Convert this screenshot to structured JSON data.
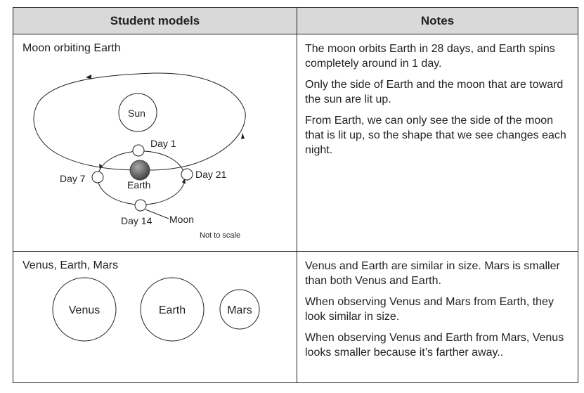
{
  "table": {
    "headers": [
      "Student models",
      "Notes"
    ],
    "rows": [
      {
        "model_title": "Moon orbiting Earth",
        "diagram_labels": {
          "sun": "Sun",
          "earth": "Earth",
          "day1": "Day 1",
          "day7": "Day 7",
          "day14": "Day 14",
          "day21": "Day 21",
          "moon": "Moon",
          "scale_note": "Not to scale"
        },
        "notes": [
          "The moon orbits Earth in 28 days, and Earth spins completely around in 1 day.",
          "Only the side of Earth and the moon that are toward the sun are lit up.",
          "From Earth, we can only see the side of the moon that is lit up, so the shape that we see changes each night."
        ]
      },
      {
        "model_title": "Venus, Earth, Mars",
        "diagram_labels": {
          "venus": "Venus",
          "earth": "Earth",
          "mars": "Mars"
        },
        "notes": [
          "Venus and Earth are similar in size. Mars is smaller than both Venus and Earth.",
          "When observing Venus and Mars from Earth, they look similar in size.",
          "When observing Venus and Earth from Mars, Venus looks smaller because it’s farther away.."
        ]
      }
    ]
  }
}
